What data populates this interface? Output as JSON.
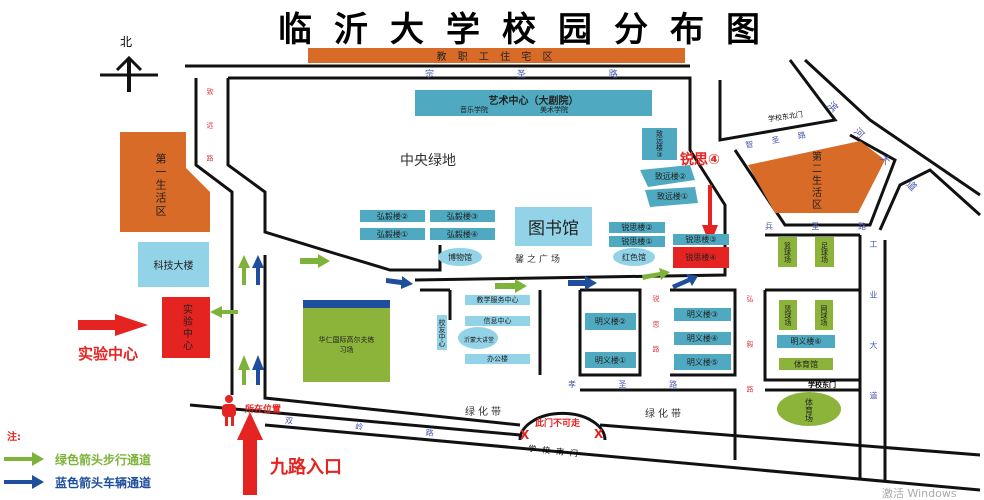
{
  "title": "临沂大学校园分布图",
  "compass": "北",
  "regions": {
    "staff_housing": "教 职 工 住 宅 区",
    "art_center": "艺术中心（大剧院）",
    "music_school": "音乐学院",
    "fine_arts_school": "美术学院",
    "central_green": "中央绿地",
    "living_area_1": "第一生活区",
    "living_area_2": "第二生活区",
    "tech_building": "科技大楼",
    "lab_center": "实验中心",
    "library": "图书馆",
    "museum": "博物馆",
    "red_hall": "红色馆",
    "plaza": "馨之广场",
    "golf": "华仁国际高尔夫练习场",
    "alumni_center": "校友中心",
    "teaching_service": "教学服务中心",
    "info_center": "信息中心",
    "lecture_hall": "沂蒙大讲堂",
    "office": "办公楼",
    "green_belt_1": "绿化带",
    "green_belt_2": "绿化带",
    "basketball_1": "篮球场",
    "football": "足球场",
    "basketball_2": "篮球场",
    "tennis": "网球场",
    "gym": "体育馆",
    "stadium": "体育场"
  },
  "buildings": {
    "hongyi_2": "弘毅楼②",
    "hongyi_3": "弘毅楼③",
    "hongyi_1": "弘毅楼①",
    "hongyi_4": "弘毅楼④",
    "zhiyuan_3": "致远楼③",
    "zhiyuan_2": "致远楼②",
    "zhiyuan_1": "致远楼①",
    "ruisi_2": "锐思楼②",
    "ruisi_1": "锐思楼①",
    "ruisi_3": "锐思楼③",
    "ruisi_4": "锐思楼④",
    "mingyi_1": "明义楼①",
    "mingyi_2": "明义楼②",
    "mingyi_3": "明义楼③",
    "mingyi_4": "明义楼④",
    "mingyi_5": "明义楼⑤",
    "mingyi_6": "明义楼⑥"
  },
  "roads": {
    "north": "宗 圣 路",
    "west": "致 远 路",
    "hongyi": "弘 毅 路",
    "ruisi": "锐 思 路",
    "zhisheng": "智 圣 路",
    "binghe": "滨 河 大 道",
    "bingsheng": "兵 圣 路",
    "gongye": "工 业 大 道",
    "xiaosheng": "孝 圣 路",
    "south": "双 岭 路"
  },
  "gates": {
    "northeast": "学校东北门",
    "east": "学校东门",
    "south": "学校南门"
  },
  "annotations": {
    "ruisi4": "锐思④",
    "lab_center": "实验中心",
    "location": "所在位置",
    "entrance": "九路入口",
    "gate_closed": "此门不可走",
    "x_mark": "X"
  },
  "legend": {
    "title": "注:",
    "walk": "绿色箭头步行通道",
    "vehicle": "蓝色箭头车辆通道"
  },
  "colors": {
    "walk": "#7db33a",
    "vehicle": "#1f4e9c",
    "highlight": "#e52421",
    "building": "#4fa9c0",
    "living": "#d96b28"
  },
  "watermark": "激活 Windows"
}
